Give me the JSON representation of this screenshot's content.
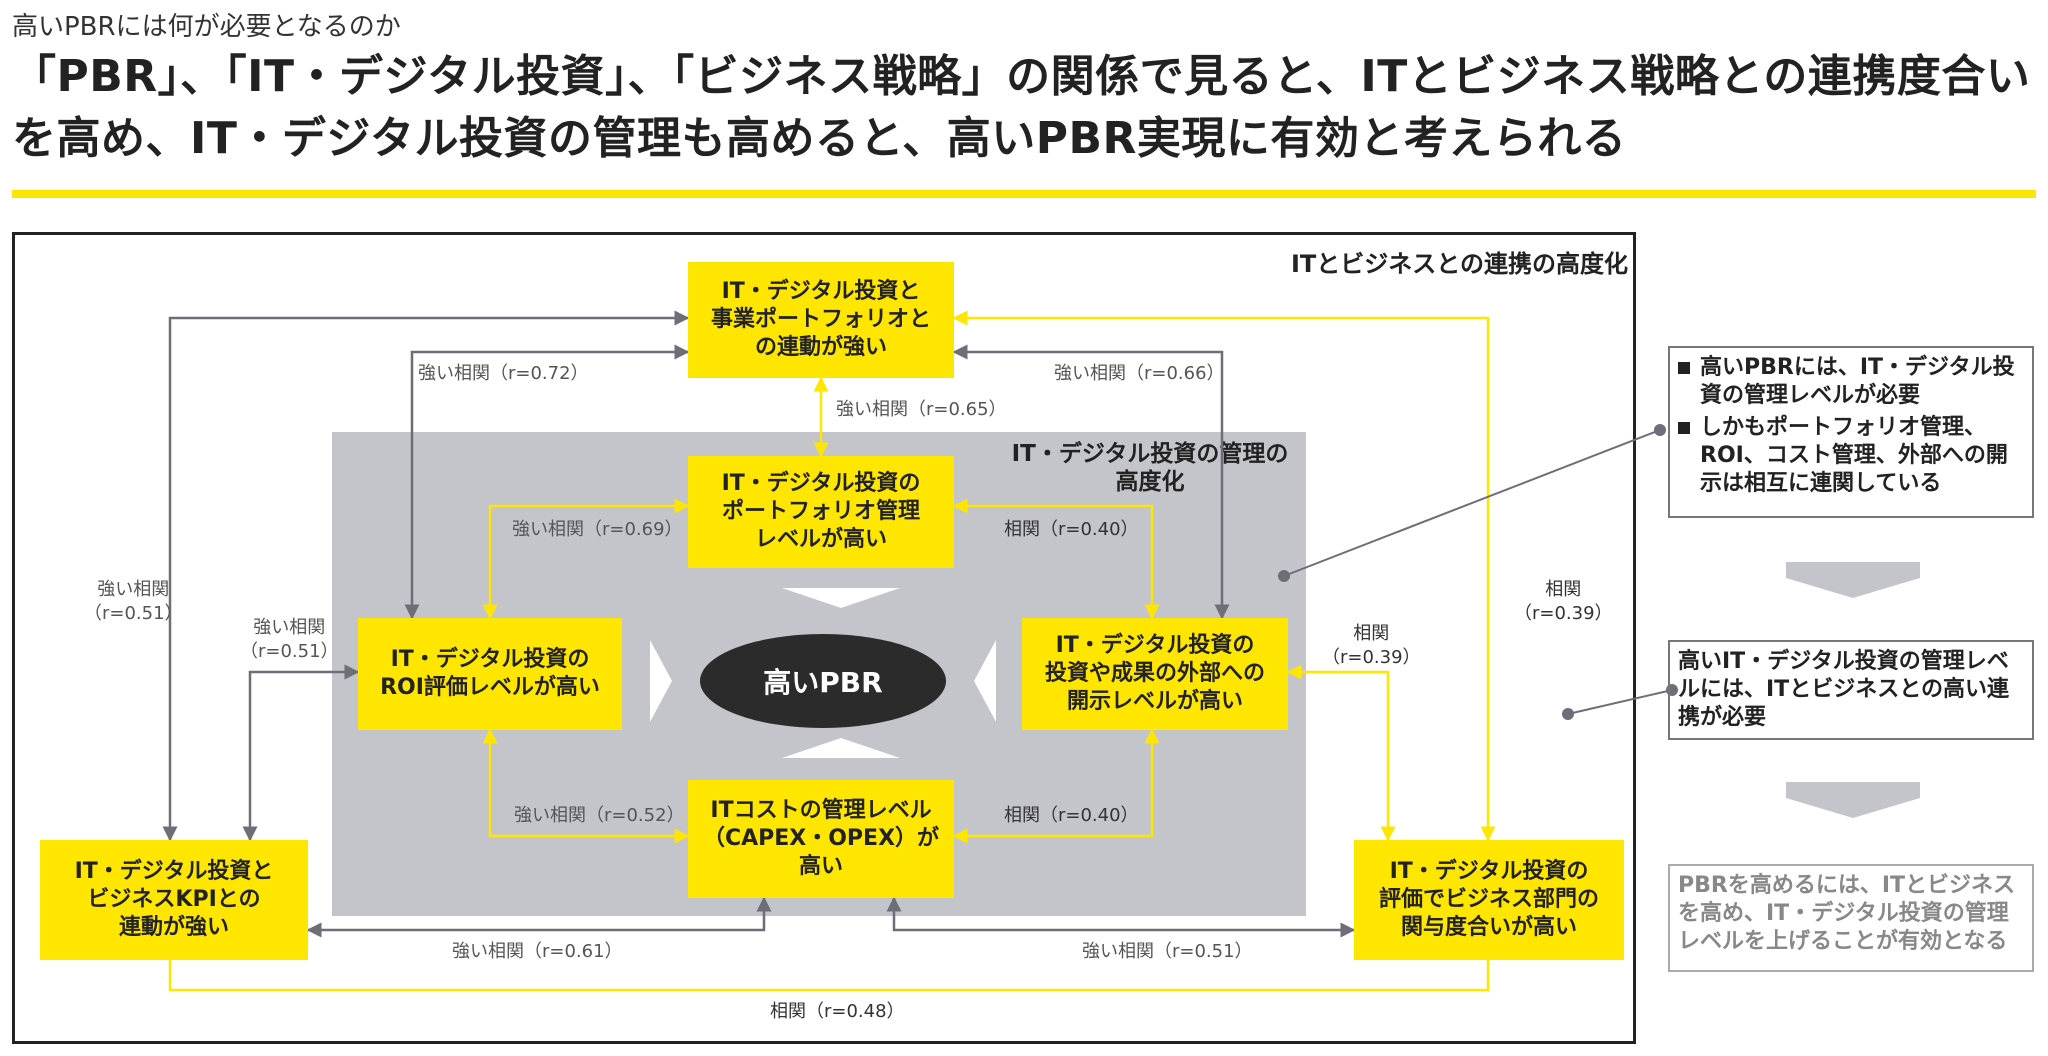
{
  "subtitle": "高いPBRには何が必要となるのか",
  "title": "「PBR」、「IT・デジタル投資」、「ビジネス戦略」の関係で見ると、ITとビジネス戦略との連携度合いを高め、IT・デジタル投資の管理も高めると、高いPBR実現に有効と考えられる",
  "frame_label": "ITとビジネスとの連携の高度化",
  "gray_label": "IT・デジタル投資の管理の\n高度化",
  "center": "高いPBR",
  "boxes": {
    "top": "IT・デジタル投資と\n事業ポートフォリオと\nの連動が強い",
    "portfolio": "IT・デジタル投資の\nポートフォリオ管理\nレベルが高い",
    "roi": "IT・デジタル投資の\nROI評価レベルが高い",
    "disclosure": "IT・デジタル投資の\n投資や成果の外部への\n開示レベルが高い",
    "cost": "ITコストの管理レベル\n（CAPEX・OPEX）が\n高い",
    "kpi": "IT・デジタル投資と\nビジネスKPIとの\n連動が強い",
    "business": "IT・デジタル投資の\n評価でビジネス部門の\n関与度合いが高い"
  },
  "correlations": {
    "top_roi": "強い相関（r=0.72）",
    "top_disclosure": "強い相関（r=0.66）",
    "top_portfolio": "強い相関（r=0.65）",
    "portfolio_roi": "強い相関（r=0.69）",
    "portfolio_disclosure": "相関（r=0.40）",
    "kpi_top": "強い相関\n（r=0.51）",
    "kpi_roi": "強い相関\n（r=0.51）",
    "business_disclosure": "相関\n（r=0.39）",
    "business_top": "相関\n（r=0.39）",
    "cost_roi": "強い相関（r=0.52）",
    "cost_disclosure": "相関（r=0.40）",
    "kpi_cost": "強い相関（r=0.61）",
    "cost_business": "強い相関（r=0.51）",
    "kpi_business": "相関（r=0.48）"
  },
  "side_panel": {
    "bullets": [
      "高いPBRには、IT・デジタル投資の管理レベルが必要",
      "しかもポートフォリオ管理、ROI、コスト管理、外部への開示は相互に連関している"
    ],
    "box2": "高いIT・デジタル投資の管理レベルには、ITとビジネスとの高い連携が必要",
    "box3": "PBRを高めるには、ITとビジネスを高め、IT・デジタル投資の管理レベルを上げることが有効となる"
  },
  "colors": {
    "accent": "#ffe600",
    "gray_arrow": "#6f6e78",
    "gray_area": "#c4c4cb",
    "dark": "#2b2b2b"
  }
}
